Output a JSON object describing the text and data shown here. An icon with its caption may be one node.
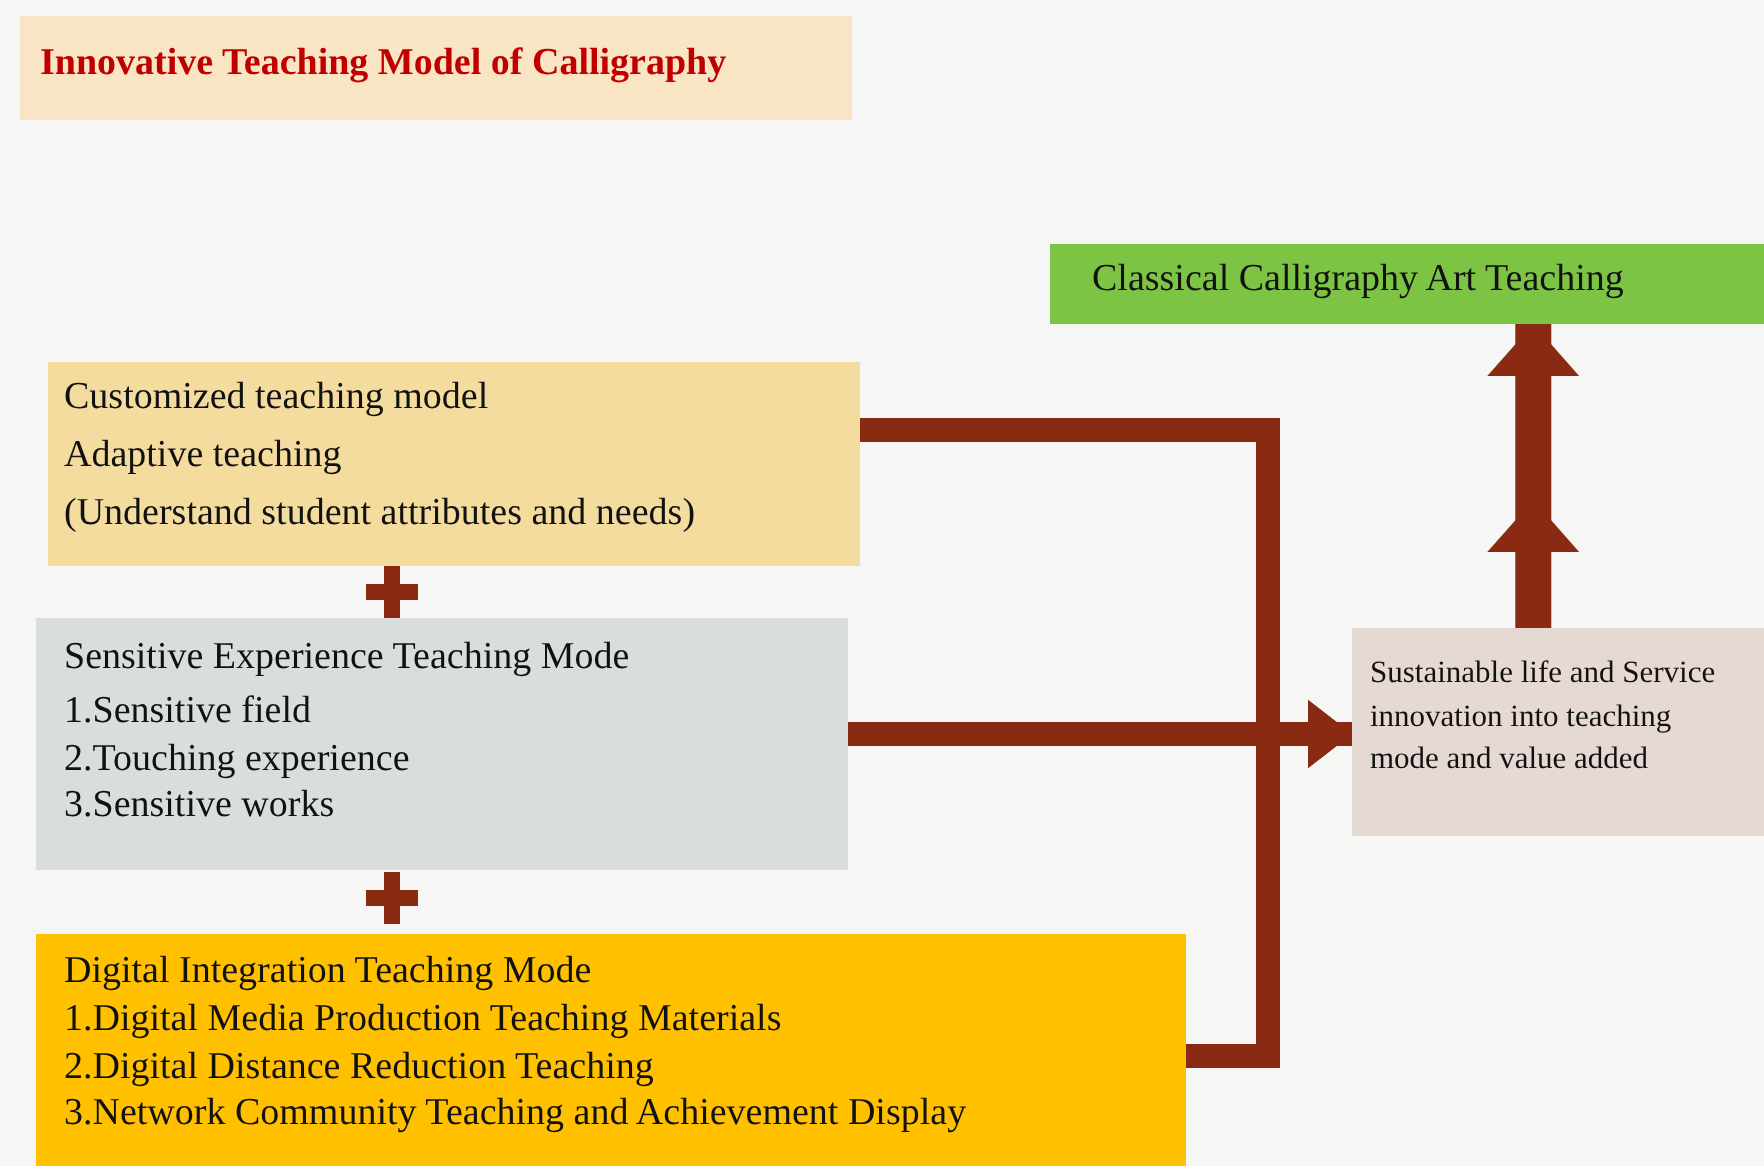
{
  "diagram": {
    "title": "Innovative Teaching Model of Calligraphy",
    "nodes": [
      {
        "text": [
          "Customized teaching model",
          "Adaptive teaching",
          "(Understand student attributes and needs)"
        ]
      },
      {
        "text": [
          "Sensitive Experience Teaching Mode",
          "1.Sensitive field",
          "2.Touching experience",
          "3.Sensitive works"
        ]
      },
      {
        "text": [
          "Digital Integration Teaching Mode",
          "1.Digital Media Production Teaching Materials",
          "2.Digital Distance Reduction Teaching",
          "3.Network Community Teaching and Achievement Display"
        ]
      },
      {
        "text": [
          "Sustainable life and Service innovation into teaching mode and value added"
        ]
      },
      {
        "text": [
          "Classical Calligraphy Art Teaching"
        ]
      }
    ],
    "edges": [
      {
        "from": 0,
        "to": 3,
        "arrow": "to"
      },
      {
        "from": 1,
        "to": 3,
        "arrow": "to"
      },
      {
        "from": 2,
        "to": 3,
        "arrow": "to"
      },
      {
        "from": 3,
        "to": 4,
        "arrow": "to"
      }
    ]
  }
}
